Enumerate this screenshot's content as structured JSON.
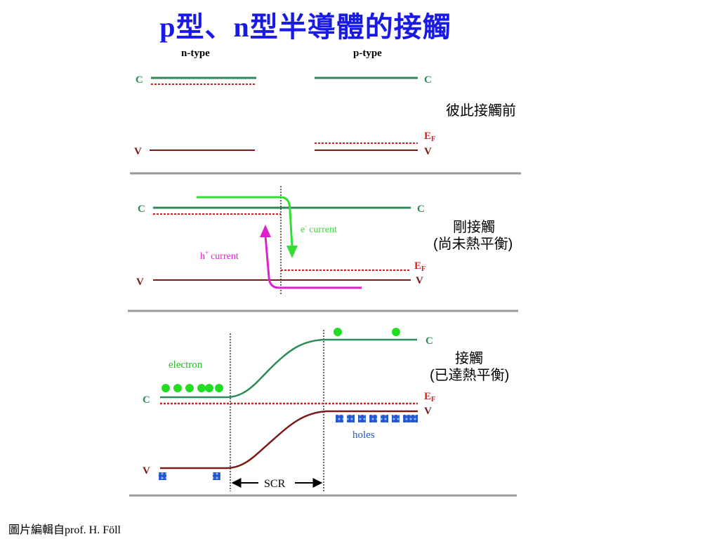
{
  "slide": {
    "title": "p型、n型半導體的接觸",
    "credit": "圖片編輯自prof. H. Föll"
  },
  "labels": {
    "n_type": "n-type",
    "p_type": "p-type",
    "conduction": "C",
    "valence": "V",
    "fermi": "E",
    "fermi_sub": "F",
    "e_current_e": "e",
    "e_current_sup": "-",
    "e_current": "current",
    "h_current_h": "h",
    "h_current_sup": "+",
    "h_current": "current",
    "electron": "electron",
    "holes": "holes",
    "scr": "SCR"
  },
  "panels": {
    "before": {
      "caption": "彼此接觸前"
    },
    "just_contact": {
      "caption_line1": "剛接觸",
      "caption_line2": "(尚未熱平衡)"
    },
    "equilibrium": {
      "caption_line1": "接觸",
      "caption_line2": "(已達熱平衡)"
    }
  },
  "colors": {
    "title": "#1a1ae6",
    "conduction_band": "#2e8b57",
    "valence_band": "#7a1a1a",
    "fermi_level": "#cc2222",
    "electron": "#22dd22",
    "hole": "#2255cc",
    "e_arrow": "#33dd33",
    "h_arrow": "#dd22cc",
    "separator": "#999999"
  }
}
